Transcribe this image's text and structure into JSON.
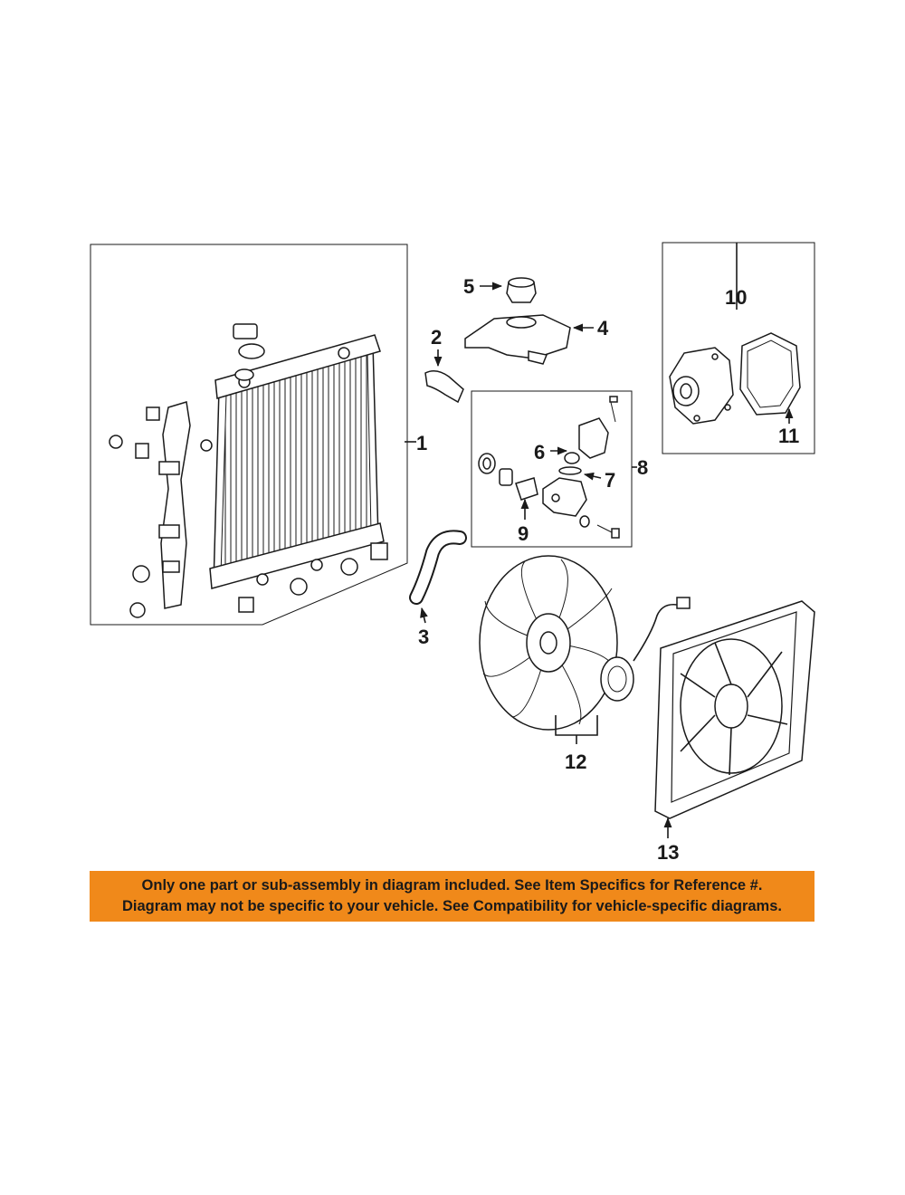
{
  "diagram": {
    "callouts": {
      "c1": "1",
      "c2": "2",
      "c3": "3",
      "c4": "4",
      "c5": "5",
      "c6": "6",
      "c7": "7",
      "c8": "8",
      "c9": "9",
      "c10": "10",
      "c11": "11",
      "c12": "12",
      "c13": "13"
    }
  },
  "notice": {
    "line1": "Only one part or sub-assembly in diagram included. See Item Specifics for Reference #.",
    "line2": "Diagram may not be specific to your vehicle. See Compatibility for vehicle-specific diagrams.",
    "background": "#f0891a"
  }
}
